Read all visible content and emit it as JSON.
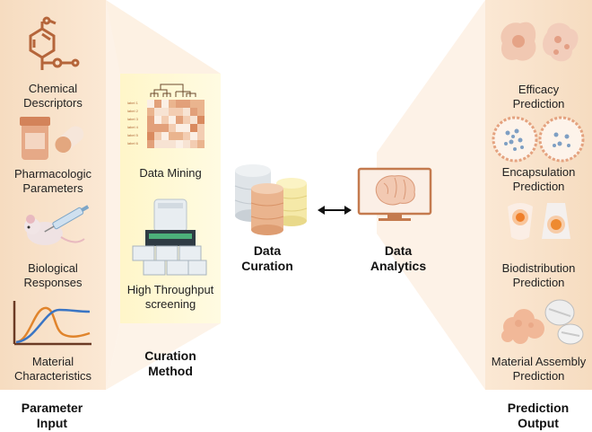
{
  "parameter_input": {
    "title_line1": "Parameter",
    "title_line2": "Input",
    "items": [
      {
        "line1": "Chemical",
        "line2": "Descriptors",
        "icon": "molecule-icon"
      },
      {
        "line1": "Pharmacologic",
        "line2": "Parameters",
        "icon": "pill-bottle-icon"
      },
      {
        "line1": "Biological",
        "line2": "Responses",
        "icon": "mouse-syringe-icon"
      },
      {
        "line1": "Material",
        "line2": "Characteristics",
        "icon": "curve-graph-icon"
      }
    ]
  },
  "curation_method": {
    "title_line1": "Curation",
    "title_line2": "Method",
    "items": [
      {
        "line1": "Data Mining",
        "line2": "",
        "icon": "heatmap-dendrogram-icon"
      },
      {
        "line1": "High Throughput",
        "line2": "screening",
        "icon": "screening-robot-icon"
      }
    ],
    "heatmap_rows": [
      "label 1",
      "label 2",
      "label 3",
      "label 4",
      "label 5",
      "label 6"
    ]
  },
  "data_curation": {
    "line1": "Data",
    "line2": "Curation",
    "icon": "database-stack-icon"
  },
  "data_analytics": {
    "line1": "Data",
    "line2": "Analytics",
    "icon": "brain-monitor-icon"
  },
  "connector": {
    "icon": "double-arrow-icon"
  },
  "prediction_output": {
    "title_line1": "Prediction",
    "title_line2": "Output",
    "items": [
      {
        "line1": "Efficacy",
        "line2": "Prediction",
        "icon": "cells-icon"
      },
      {
        "line1": "Encapsulation",
        "line2": "Prediction",
        "icon": "nanoparticle-icon"
      },
      {
        "line1": "Biodistribution",
        "line2": "Prediction",
        "icon": "organ-glow-icon"
      },
      {
        "line1": "Material Assembly",
        "line2": "Prediction",
        "icon": "tablets-icon"
      }
    ]
  },
  "colors": {
    "panel_peach": "#f6dcc0",
    "panel_yellow": "#fff6c9",
    "accent_brown": "#b5653a",
    "accent_orange": "#f0a05a"
  }
}
